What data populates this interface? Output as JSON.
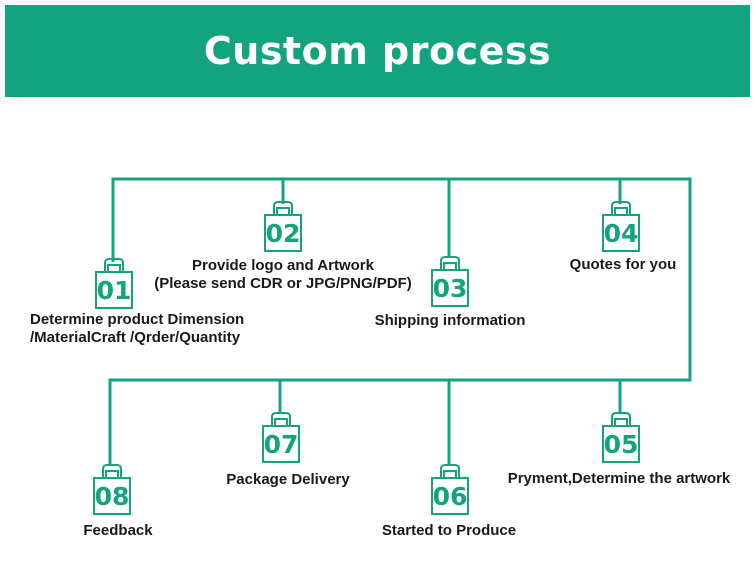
{
  "header": {
    "title": "Custom process"
  },
  "accent_color": "#14a37f",
  "icon": "shopping-bag-icon",
  "steps": [
    {
      "number": "01",
      "label_line1": "Determine product Dimension",
      "label_line2": "/MaterialCraft /Qrder/Quantity"
    },
    {
      "number": "02",
      "label_line1": "Provide logo and Artwork",
      "label_line2": "(Please send CDR or JPG/PNG/PDF)"
    },
    {
      "number": "03",
      "label_line1": "Shipping information"
    },
    {
      "number": "04",
      "label_line1": "Quotes for you"
    },
    {
      "number": "05",
      "label_line1": "Pryment,Determine the artwork"
    },
    {
      "number": "06",
      "label_line1": "Started to Produce"
    },
    {
      "number": "07",
      "label_line1": "Package Delivery"
    },
    {
      "number": "08",
      "label_line1": "Feedback"
    }
  ]
}
